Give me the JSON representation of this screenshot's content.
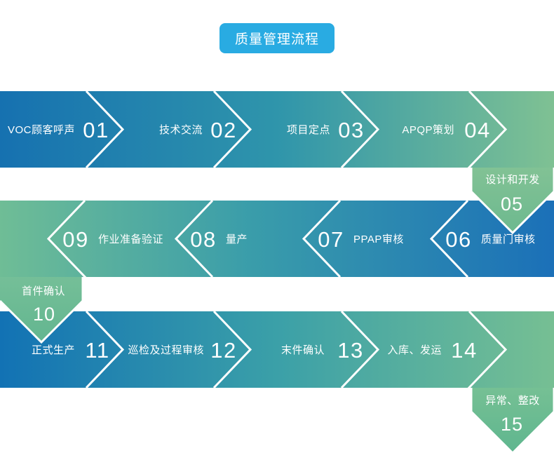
{
  "header": {
    "title": "质量管理流程",
    "badge_color": "#29abe2"
  },
  "flow": {
    "row1": {
      "direction": "right",
      "gradient": [
        "#1671B0",
        "#2F95AB",
        "#7FC193"
      ],
      "steps": [
        {
          "num": "01",
          "label": "VOC顾客呼声"
        },
        {
          "num": "02",
          "label": "技术交流"
        },
        {
          "num": "03",
          "label": "项目定点"
        },
        {
          "num": "04",
          "label": "APQP策划"
        }
      ]
    },
    "row2": {
      "direction": "left",
      "gradient": [
        "#6FBD96",
        "#3A9DAA",
        "#1B70B8"
      ],
      "steps": [
        {
          "num": "09",
          "label": "作业准备验证"
        },
        {
          "num": "08",
          "label": "量产"
        },
        {
          "num": "07",
          "label": "PPAP审核"
        },
        {
          "num": "06",
          "label": "质量门审核"
        }
      ]
    },
    "row3": {
      "direction": "right",
      "gradient": [
        "#1272B4",
        "#3BA0A8",
        "#76BF93"
      ],
      "steps": [
        {
          "num": "11",
          "label": "正式生产"
        },
        {
          "num": "12",
          "label": "巡检及过程审核"
        },
        {
          "num": "13",
          "label": "末件确认"
        },
        {
          "num": "14",
          "label": "入库、发运"
        }
      ]
    },
    "connectors": [
      {
        "num": "05",
        "label": "设计和开发",
        "side": "right",
        "color_top": "#82C295",
        "color_bottom": "#6DB98F"
      },
      {
        "num": "10",
        "label": "首件确认",
        "side": "left",
        "color_top": "#75BF98",
        "color_bottom": "#63B690"
      },
      {
        "num": "15",
        "label": "异常、整改",
        "side": "right",
        "color_top": "#76C094",
        "color_bottom": "#5FB68F"
      }
    ]
  }
}
